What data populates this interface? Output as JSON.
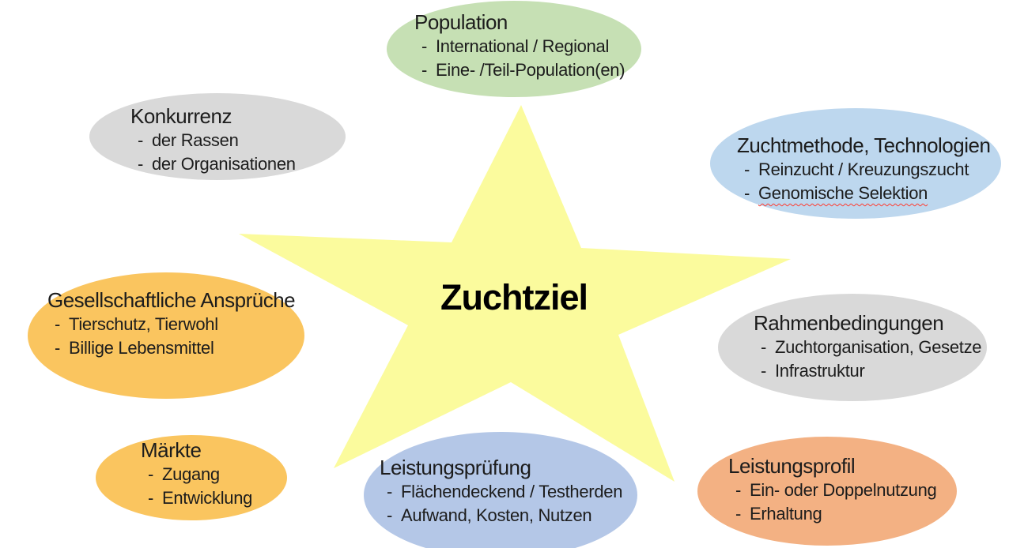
{
  "star": {
    "label": "Zuchtziel",
    "color": "#FBFB9D"
  },
  "bullet_char": "-",
  "colors": {
    "green": "#C6E0B4",
    "gray": "#D9D9D9",
    "sky_blue": "#BDD7EE",
    "slate_blue": "#B4C7E7",
    "gold": "#FAC55F",
    "salmon": "#F3B183"
  },
  "bubbles": [
    {
      "id": "population",
      "title": "Population",
      "color": "#C6E0B4",
      "items": [
        "International / Regional",
        "Eine- /Teil-Population(en)"
      ]
    },
    {
      "id": "konkurrenz",
      "title": "Konkurrenz",
      "color": "#D9D9D9",
      "items": [
        "der Rassen",
        "der Organisationen"
      ]
    },
    {
      "id": "zuchtmethode",
      "title": "Zuchtmethode, Technologien",
      "color": "#BDD7EE",
      "items": [
        "Reinzucht / Kreuzungszucht",
        "Genomische Selektion"
      ]
    },
    {
      "id": "gesellschaftliche-ansprueche",
      "title": "Gesellschaftliche Ansprüche",
      "color": "#FAC55F",
      "items": [
        "Tierschutz, Tierwohl",
        "Billige Lebensmittel"
      ]
    },
    {
      "id": "rahmenbedingungen",
      "title": "Rahmenbedingungen",
      "color": "#D9D9D9",
      "items": [
        "Zuchtorganisation, Gesetze",
        "Infrastruktur"
      ]
    },
    {
      "id": "maerkte",
      "title": "Märkte",
      "color": "#FAC55F",
      "items": [
        "Zugang",
        "Entwicklung"
      ]
    },
    {
      "id": "leistungspruefung",
      "title": "Leistungsprüfung",
      "color": "#B4C7E7",
      "items": [
        "Flächendeckend / Testherden",
        "Aufwand, Kosten, Nutzen"
      ]
    },
    {
      "id": "leistungsprofil",
      "title": "Leistungsprofil",
      "color": "#F3B183",
      "items": [
        "Ein- oder Doppelnutzung",
        "Erhaltung"
      ]
    }
  ]
}
